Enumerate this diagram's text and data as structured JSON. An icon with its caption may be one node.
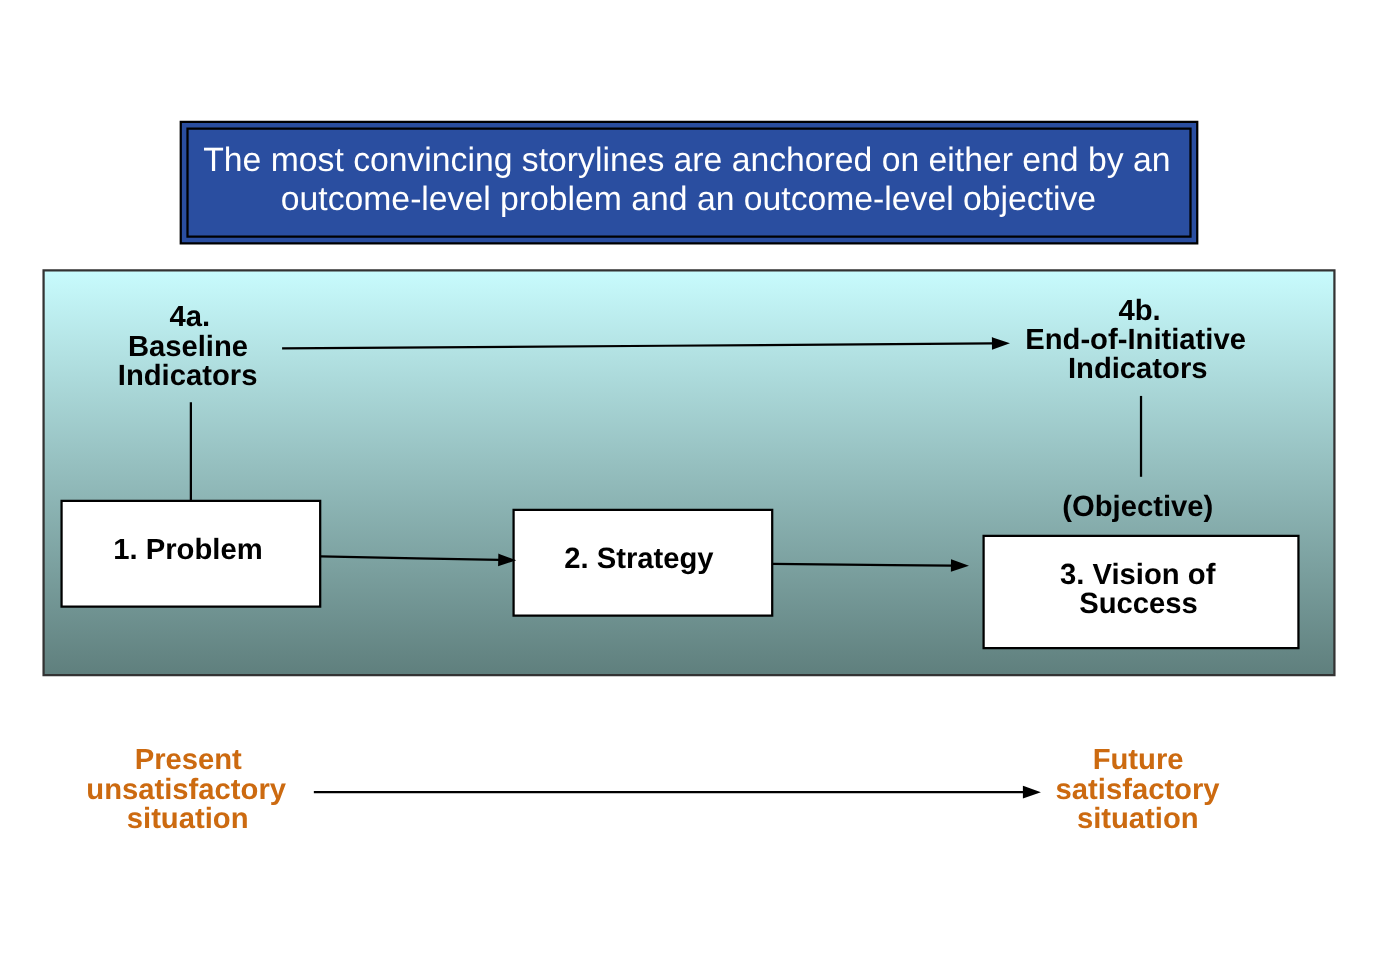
{
  "diagram": {
    "title": "The most convincing storylines are anchored on either end by an outcome-level problem and an outcome-level objective",
    "nodes": [
      {
        "text": [],
        "shape": "box"
      },
      {
        "text": [
          "1. Problem"
        ],
        "in": 0
      },
      {
        "text": [
          "2. Strategy"
        ],
        "in": 0
      },
      {
        "text": [
          "(Objective)",
          "3. Vision of Success"
        ],
        "in": 0
      },
      {
        "text": [
          "4a. Baseline Indicators"
        ],
        "in": 0
      },
      {
        "text": [
          "4b. End-of-Initiative Indicators"
        ],
        "in": 0
      },
      {
        "text": [
          "Present unsatisfactory situation"
        ]
      },
      {
        "text": [
          "Future satisfactory situation"
        ]
      }
    ],
    "edges": [
      {
        "from": 1,
        "to": 2,
        "arrow": "to"
      },
      {
        "from": 2,
        "to": 3,
        "arrow": "to"
      },
      {
        "from": 1,
        "to": 4,
        "arrow": "none"
      },
      {
        "from": 3,
        "to": 5,
        "arrow": "none"
      },
      {
        "from": 4,
        "to": 5,
        "arrow": "to"
      },
      {
        "from": 6,
        "to": 7,
        "arrow": "to"
      }
    ]
  }
}
